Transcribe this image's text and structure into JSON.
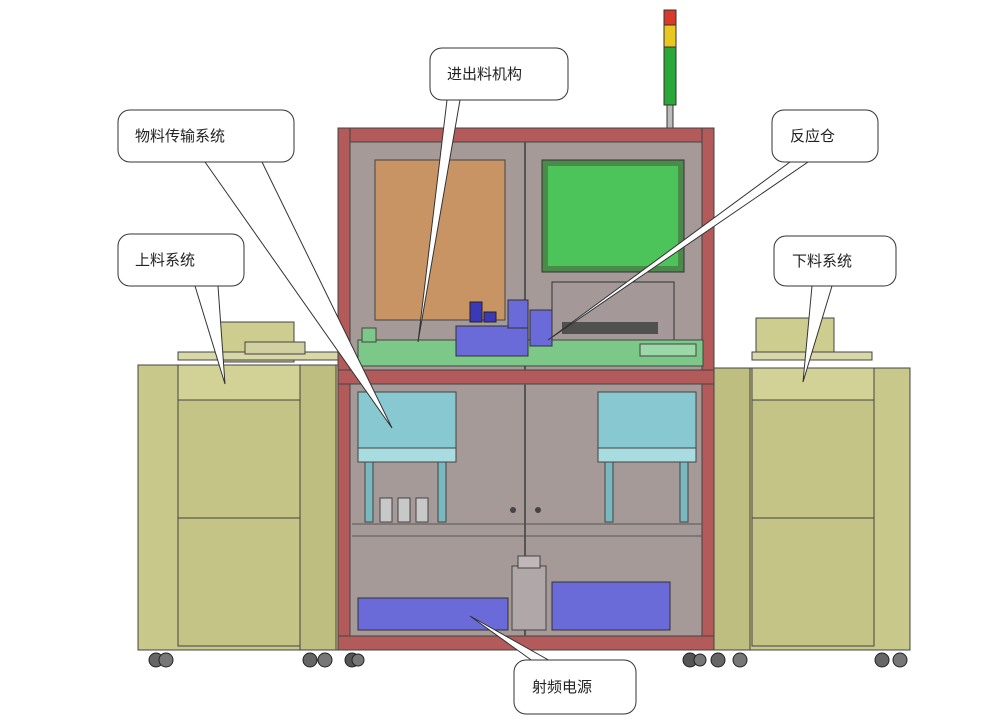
{
  "callouts": {
    "feed_mechanism": "进出料机构",
    "transfer_system": "物料传输系统",
    "reaction_chamber": "反应仓",
    "loading_system": "上料系统",
    "unloading_system": "下料系统",
    "rf_power": "射频电源"
  },
  "colors": {
    "frame": "#b35a5a",
    "cabinet_interior": "#a59a98",
    "side_units": "#c8c88a",
    "panel_orange": "#c89464",
    "monitor_green": "#4cc45a",
    "conveyor_green": "#7cc888",
    "blue_parts": "#6a6ad8",
    "cyan_parts": "#88c8d0"
  }
}
